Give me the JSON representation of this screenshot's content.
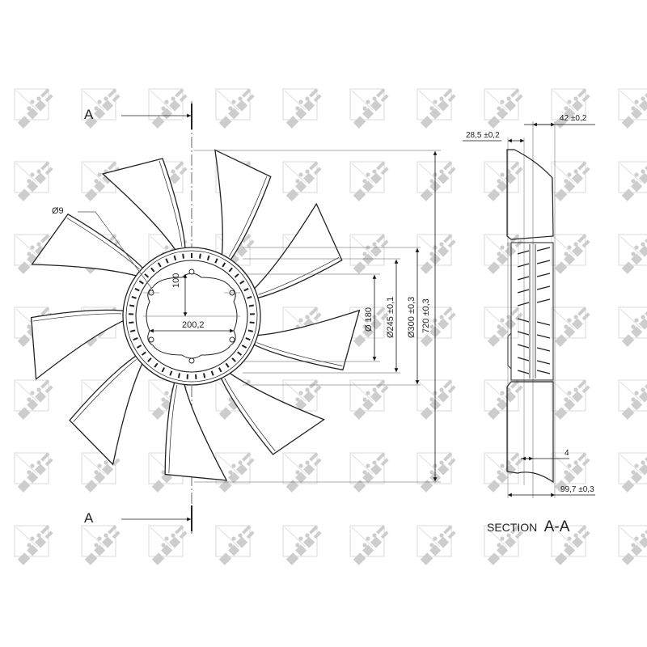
{
  "watermark": {
    "text": "NRF",
    "color": "#c8c8c8"
  },
  "front_view": {
    "section_marker_top": "A",
    "section_marker_bottom": "A",
    "blade_count": 9,
    "hole_label": "Ø9",
    "dim_bolt_vertical": "100",
    "dim_bolt_horizontal": "200,2",
    "dim_d180": "Ø  180",
    "dim_d245": "Ø245  ±0,1",
    "dim_d300": "Ø300  ±0,3",
    "dim_720": "720  ±0,3"
  },
  "section_view": {
    "dim_42": "42  ±0,2",
    "dim_28_5": "28,5  ±0,2",
    "dim_4": "4",
    "dim_99_7": "99,7  ±0,3",
    "title_prefix": "SECTION",
    "title_suffix": "A-A"
  },
  "colors": {
    "line": "#222222",
    "thin": "#555555",
    "watermark": "#c8c8c8"
  }
}
